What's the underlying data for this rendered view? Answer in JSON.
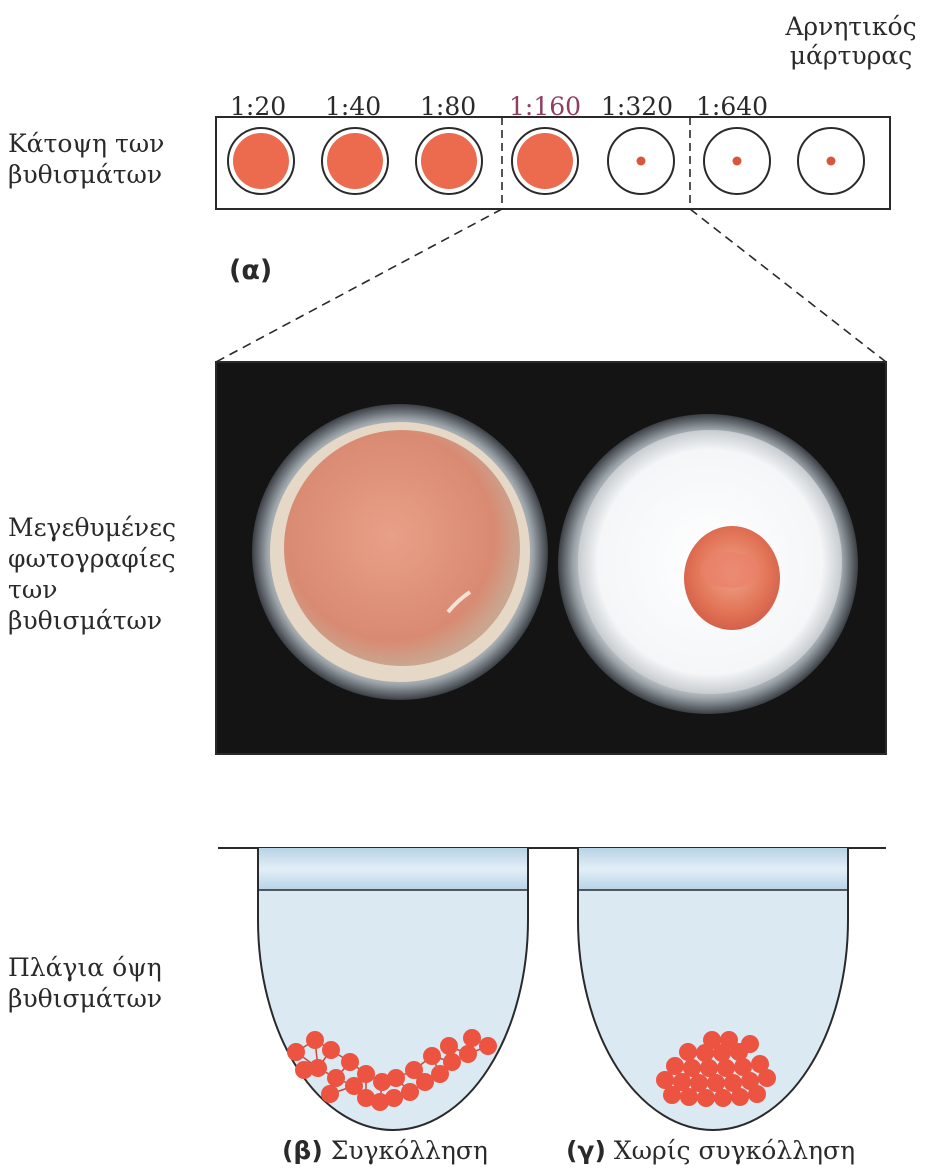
{
  "labels": {
    "top_view": [
      "Κάτοψη των",
      "βυθισμάτων"
    ],
    "photos": [
      "Μεγεθυμένες",
      "φωτογραφίες",
      "των",
      "βυθισμάτων"
    ],
    "side_view": [
      "Πλάγια όψη",
      "βυθισμάτων"
    ]
  },
  "dilutions": [
    {
      "text": "1:20",
      "color": "#2a2a2a",
      "agglutinated": true
    },
    {
      "text": "1:40",
      "color": "#2a2a2a",
      "agglutinated": true
    },
    {
      "text": "1:80",
      "color": "#2a2a2a",
      "agglutinated": true
    },
    {
      "text": "1:160",
      "color": "#8e3f62",
      "agglutinated": true
    },
    {
      "text": "1:320",
      "color": "#2a2a2a",
      "agglutinated": false
    },
    {
      "text": "1:640",
      "color": "#2a2a2a",
      "agglutinated": false
    }
  ],
  "negative_control": [
    "Αρνητικός",
    "μάρτυρας"
  ],
  "panel_a": "(α)",
  "caption_b": {
    "letter": "(β)",
    "text": "Συγκόλληση"
  },
  "caption_c": {
    "letter": "(γ)",
    "text": "Χωρίς συγκόλληση"
  },
  "colors": {
    "rbc": "#ec6a4e",
    "photo_bg": "#141414",
    "well_fluid": "#cfe2ef",
    "line": "#2a2a2a"
  }
}
